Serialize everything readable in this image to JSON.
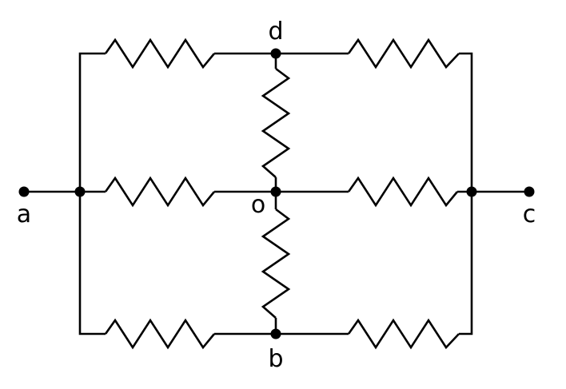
{
  "diagram": {
    "labels": {
      "a": "a",
      "b": "b",
      "c": "c",
      "d": "d",
      "o": "o"
    },
    "colors": {
      "ink": "#000000",
      "background": "#ffffff"
    }
  }
}
